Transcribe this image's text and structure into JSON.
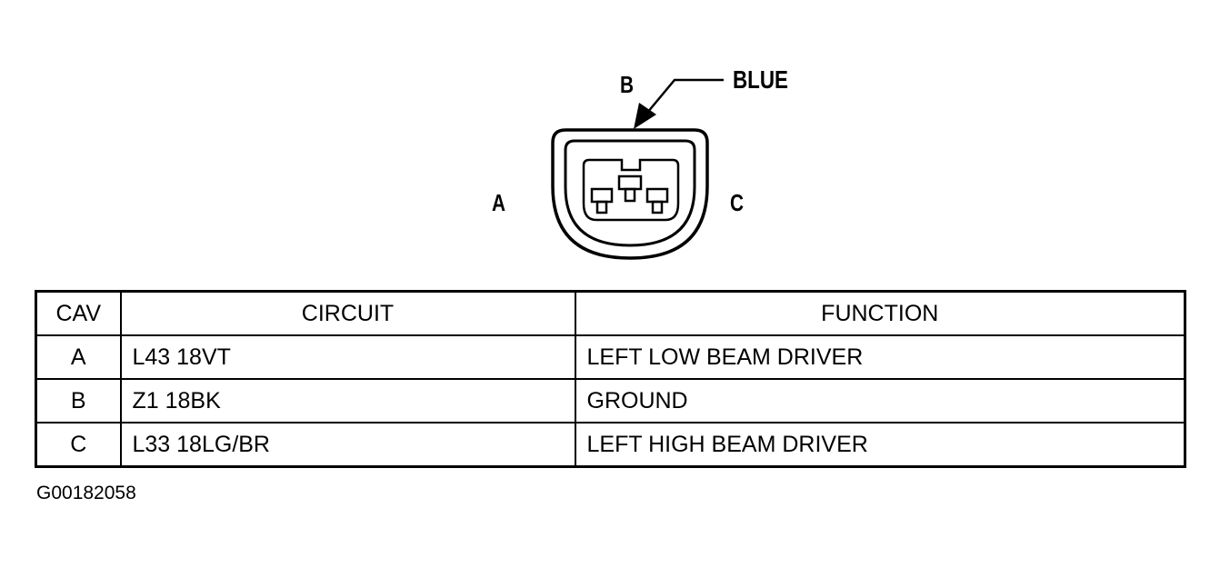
{
  "connector": {
    "pin_labels": {
      "a": "A",
      "b": "B",
      "c": "C"
    },
    "color_label": "BLUE"
  },
  "table": {
    "headers": [
      "CAV",
      "CIRCUIT",
      "FUNCTION"
    ],
    "rows": [
      {
        "cav": "A",
        "circuit": "L43 18VT",
        "function": "LEFT LOW BEAM DRIVER"
      },
      {
        "cav": "B",
        "circuit": "Z1 18BK",
        "function": "GROUND"
      },
      {
        "cav": "C",
        "circuit": "L33 18LG/BR",
        "function": "LEFT HIGH BEAM DRIVER"
      }
    ]
  },
  "figure_id": "G00182058"
}
